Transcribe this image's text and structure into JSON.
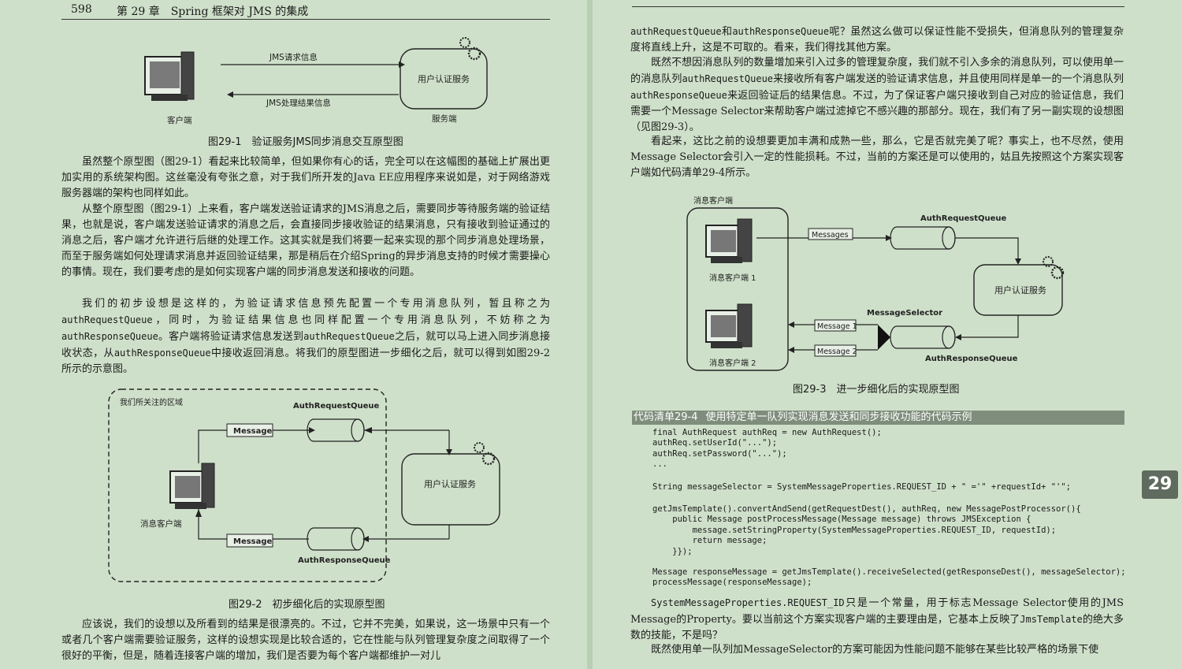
{
  "left": {
    "page_number": "598",
    "chapter_title": "第 29 章　Spring 框架对 JMS 的集成",
    "fig1": {
      "req_label": "JMS请求信息",
      "resp_label": "JMS处理结果信息",
      "service_label": "用户认证服务",
      "client_caption": "客户端",
      "server_caption": "服务端",
      "caption": "图29-1　验证服务JMS同步消息交互原型图"
    },
    "para1": "虽然整个原型图（图29-1）看起来比较简单，但如果你有心的话，完全可以在这幅图的基础上扩展出更加实用的系统架构图。这丝毫没有夸张之意，对于我们所开发的Java EE应用程序来说如是，对于网络游戏服务器端的架构也同样如此。",
    "para2": "从整个原型图（图29-1）上来看，客户端发送验证请求的JMS消息之后，需要同步等待服务端的验证结果，也就是说，客户端发送验证请求的消息之后，会直接同步接收验证的结果消息，只有接收到验证通过的消息之后，客户端才允许进行后继的处理工作。这其实就是我们将要一起来实现的那个同步消息处理场景，而至于服务端如何处理请求消息并返回验证结果，那是稍后在介绍Spring的异步消息支持的时候才需要操心的事情。现在，我们要考虑的是如何实现客户端的同步消息发送和接收的问题。",
    "para3": {
      "a": "我们的初步设想是这样的，为验证请求信息预先配置一个专用消息队列，暂且称之为",
      "b": "authRequestQueue",
      "c": "，同时，为验证结果信息也同样配置一个专用消息队列，不妨称之为",
      "d": "authResponseQueue",
      "e": "。客户端将验证请求信息发送到",
      "f": "authRequestQueue",
      "g": "之后，就可以马上进入同步消息接收状态，从",
      "h": "authResponseQueue",
      "i": "中接收返回消息。将我们的原型图进一步细化之后，就可以得到如图29-2所示的示意图。"
    },
    "fig2": {
      "area_label": "我们所关注的区域",
      "req_queue": "AuthRequestQueue",
      "resp_queue": "AuthResponseQueue",
      "msg_top": "Message",
      "msg_bottom": "Message",
      "client_label": "消息客户端",
      "service_label": "用户认证服务",
      "caption": "图29-2　初步细化后的实现原型图"
    },
    "para4": "应该说，我们的设想以及所看到的结果是很漂亮的。不过，它并不完美，如果说，这一场景中只有一个或者几个客户端需要验证服务，这样的设想实现是比较合适的，它在性能与队列管理复杂度之间取得了一个很好的平衡，但是，随着连接客户端的增加，我们是否要为每个客户端都维护一对儿"
  },
  "right": {
    "para1": {
      "a": "authRequestQueue",
      "b": "和",
      "c": "authResponseQueue",
      "d": "呢？虽然这么做可以保证性能不受损失，但消息队列的管理复杂度将直线上升，这是不可取的。看来，我们得找其他方案。"
    },
    "para2": {
      "a": "既然不想因消息队列的数量增加来引入过多的管理复杂度，我们就不引入多余的消息队列，可以使用单一的消息队列",
      "b": "authRequestQueue",
      "c": "来接收所有客户端发送的验证请求信息，并且使用同样是单一的一个消息队列",
      "d": "authResponseQueue",
      "e": "来返回验证后的结果信息。不过，为了保证客户端只接收到自己对应的验证信息，我们需要一个Message Selector来帮助客户端过滤掉它不感兴趣的那部分。现在，我们有了另一副实现的设想图（见图29-3）。"
    },
    "para3": "看起来，这比之前的设想要更加丰满和成熟一些，那么，它是否就完美了呢？事实上，也不尽然，使用Message Selector会引入一定的性能损耗。不过，当前的方案还是可以使用的，姑且先按照这个方案实现客户端如代码清单29-4所示。",
    "fig3": {
      "group_label": "消息客户端",
      "client1": "消息客户端 1",
      "client2": "消息客户端 2",
      "messages": "Messages",
      "req_queue": "AuthRequestQueue",
      "resp_queue": "AuthResponseQueue",
      "selector": "MessageSelector",
      "msg1": "Message 1",
      "msg2": "Message 2",
      "service_label": "用户认证服务",
      "caption": "图29-3　进一步细化后的实现原型图"
    },
    "code_title": {
      "label": "代码清单29-4",
      "title": "使用特定单一队列实现消息发送和同步接收功能的代码示例"
    },
    "code_block1": "final AuthRequest authReq = new AuthRequest();\nauthReq.setUserId(\"...\");\nauthReq.setPassword(\"...\");\n...",
    "code_block2": "String messageSelector = SystemMessageProperties.REQUEST_ID + \" ='\" +requestId+ \"'\";",
    "code_block3": "getJmsTemplate().convertAndSend(getRequestDest(), authReq, new MessagePostProcessor(){\n    public Message postProcessMessage(Message message) throws JMSException {\n        message.setStringProperty(SystemMessageProperties.REQUEST_ID, requestId);\n        return message;\n    }});",
    "code_block4": "Message responseMessage = getJmsTemplate().receiveSelected(getResponseDest(), messageSelector);\nprocessMessage(responseMessage);",
    "para4": {
      "a": "SystemMessageProperties.REQUEST_ID",
      "b": "只是一个常量，用于标志Message Selector使用的JMS Message的Property。要以当前这个方案实现客户端的主要理由是，它基本上反映了",
      "c": "JmsTemplate",
      "d": "的绝大多数的技能，不是吗？"
    },
    "para5": "既然使用单一队列加MessageSelector的方案可能因为性能问题不能够在某些比较严格的场景下使",
    "chapter_tab": "29"
  }
}
